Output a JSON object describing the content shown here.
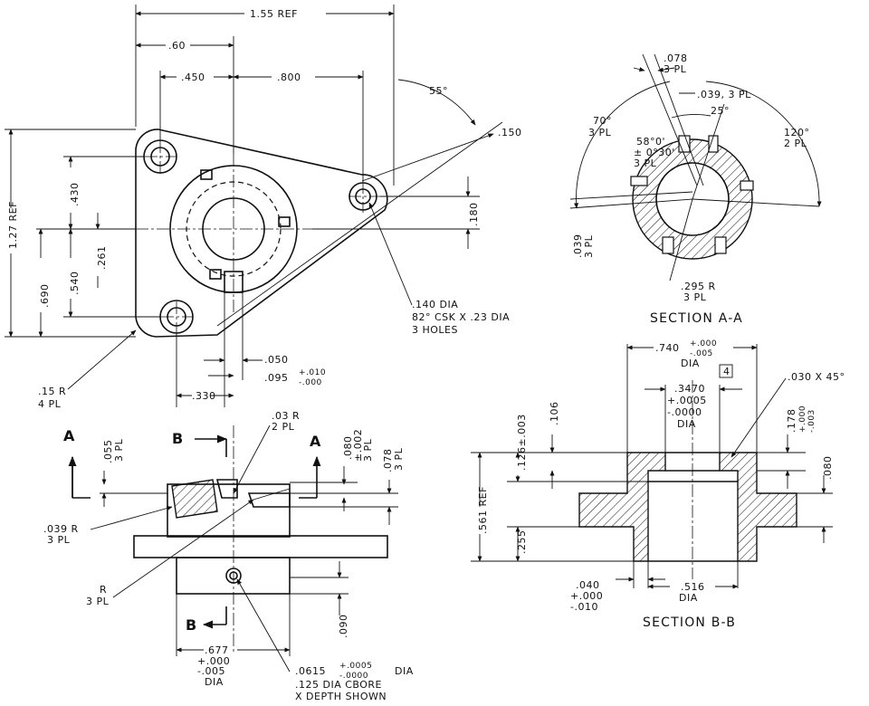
{
  "top_view": {
    "dims": {
      "overall": "1.55 REF",
      "d060": ".60",
      "d450": ".450",
      "d800": ".800",
      "angle55": "55°",
      "d150": ".150",
      "d430": ".430",
      "d261": ".261",
      "d540": ".540",
      "d690": ".690",
      "overall_h": "1.27 REF",
      "d180": ".180",
      "d050": ".050",
      "d095": ".095",
      "d095_tol_plus": "+.010",
      "d095_tol_minus": "-.000",
      "d330": ".330"
    },
    "notes": {
      "hole_note_1": ".140 DIA",
      "hole_note_2": "82° CSK X .23 DIA",
      "hole_note_3": "3 HOLES",
      "radius_1": ".15 R",
      "radius_2": "4 PL"
    }
  },
  "section_aa": {
    "title": "SECTION A-A",
    "dims": {
      "d078": ".078",
      "d078_pl": "3 PL",
      "d039": ".039, 3 PL",
      "a25": "25°",
      "a70": "70°",
      "a70_pl": "3 PL",
      "a58_1": "58°0'",
      "a58_2": "± 0°30'",
      "a58_3": "3 PL",
      "a120": "120°",
      "a120_pl": "2 PL",
      "d039b": ".039",
      "d039b_pl": "3 PL",
      "r295": ".295 R",
      "r295_pl": "3 PL"
    }
  },
  "front_view": {
    "labels": {
      "a_left": "A",
      "a_right": "A",
      "b_top": "B",
      "b_bottom": "B"
    },
    "dims": {
      "r03": ".03 R",
      "r03_pl": "2 PL",
      "d055": ".055",
      "d055_pl": "3 PL",
      "d080": ".080",
      "d080_tol": "±.002",
      "d080_pl": "3 PL",
      "d078": ".078",
      "d078_pl": "3 PL",
      "r039": ".039 R",
      "r039_pl": "3 PL",
      "r": "R",
      "r_pl": "3 PL",
      "d090": ".090",
      "d677": ".677",
      "d677_plus": "+.000",
      "d677_minus": "-.005",
      "d677_dia": "DIA",
      "pin_1": ".0615",
      "pin_plus": "+.0005",
      "pin_minus": "-.0000",
      "pin_dia": "DIA",
      "pin_2": ".125 DIA CBORE",
      "pin_3": "X DEPTH SHOWN"
    }
  },
  "section_bb": {
    "title": "SECTION B-B",
    "dims": {
      "d740": ".740",
      "d740_plus": "+.000",
      "d740_minus": "-.005",
      "d740_dia": "DIA",
      "flag": "4",
      "chamfer": ".030 X 45°",
      "d3470": ".3470",
      "d3470_plus": "+.0005",
      "d3470_minus": "-.0000",
      "d3470_dia": "DIA",
      "d106": ".106",
      "d126": ".126±.003",
      "d178": ".178",
      "d178_plus": "+.000",
      "d178_minus": "-.003",
      "d080": ".080",
      "d561": ".561 REF",
      "d255": ".255",
      "d040": ".040",
      "d040_plus": "+.000",
      "d040_minus": "-.010",
      "d516": ".516",
      "d516_dia": "DIA"
    }
  }
}
